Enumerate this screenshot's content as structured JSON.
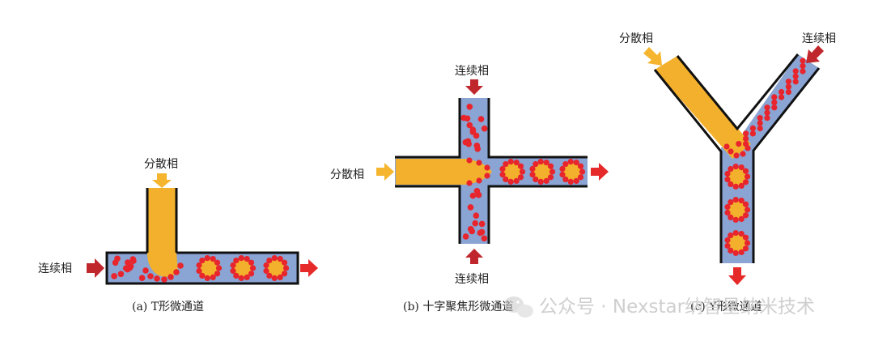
{
  "colors": {
    "continuous_fluid": "#8aa4d3",
    "dispersed_phase": "#f3b02c",
    "droplet": "#e8242c",
    "wall": "#111111",
    "arrow_continuous": "#c0272d",
    "arrow_dispersed": "#f5b52e",
    "arrow_outlet": "#e62a2a"
  },
  "t_channel": {
    "label_dispersed": "分散相",
    "label_continuous": "连续相",
    "caption": "(a) T形微通道"
  },
  "cross_channel": {
    "label_continuous_top": "连续相",
    "label_dispersed": "分散相",
    "label_continuous_bottom": "连续相",
    "caption": "(b) 十字聚焦形微通道"
  },
  "y_channel": {
    "label_dispersed": "分散相",
    "label_continuous": "连续相",
    "caption": "(c) Y形微通道"
  },
  "watermark": {
    "text": "公众号 · Nexstar纳智星纳米技术",
    "icon": "wechat-icon"
  }
}
